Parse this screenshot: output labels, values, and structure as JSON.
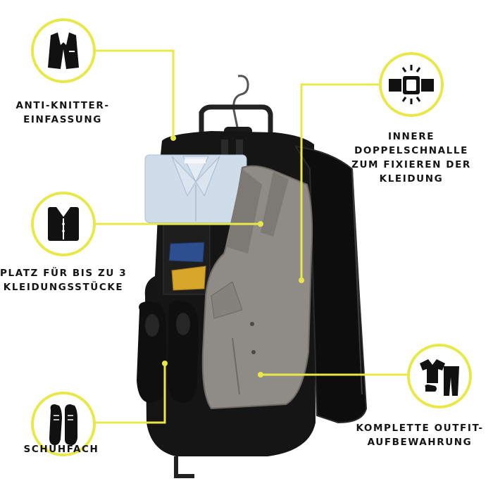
{
  "callouts": {
    "wrinkle": {
      "icon": "blazer-icon",
      "lines": [
        "ANTI-KNITTER-",
        "EINFASSUNG"
      ]
    },
    "buckle": {
      "icon": "buckle-icon",
      "lines": [
        "INNERE",
        "DOPPELSCHNALLE",
        "ZUM FIXIEREN DER",
        "KLEIDUNG"
      ]
    },
    "space": {
      "icon": "folded-shirt-icon",
      "lines": [
        "PLATZ FÜR BIS ZU 3",
        "KLEIDUNGSSTÜCKE"
      ]
    },
    "outfit": {
      "icon": "outfit-icon",
      "lines": [
        "KOMPLETTE OUTFIT-",
        "AUFBEWAHRUNG"
      ]
    },
    "shoes": {
      "icon": "shoes-icon",
      "lines": [
        "SCHUHFACH"
      ]
    }
  },
  "colors": {
    "accent": "#e9e84a",
    "text": "#141414",
    "bag": "#111111",
    "blazer": "#8f8b87",
    "shirt": "#cfdcea"
  }
}
